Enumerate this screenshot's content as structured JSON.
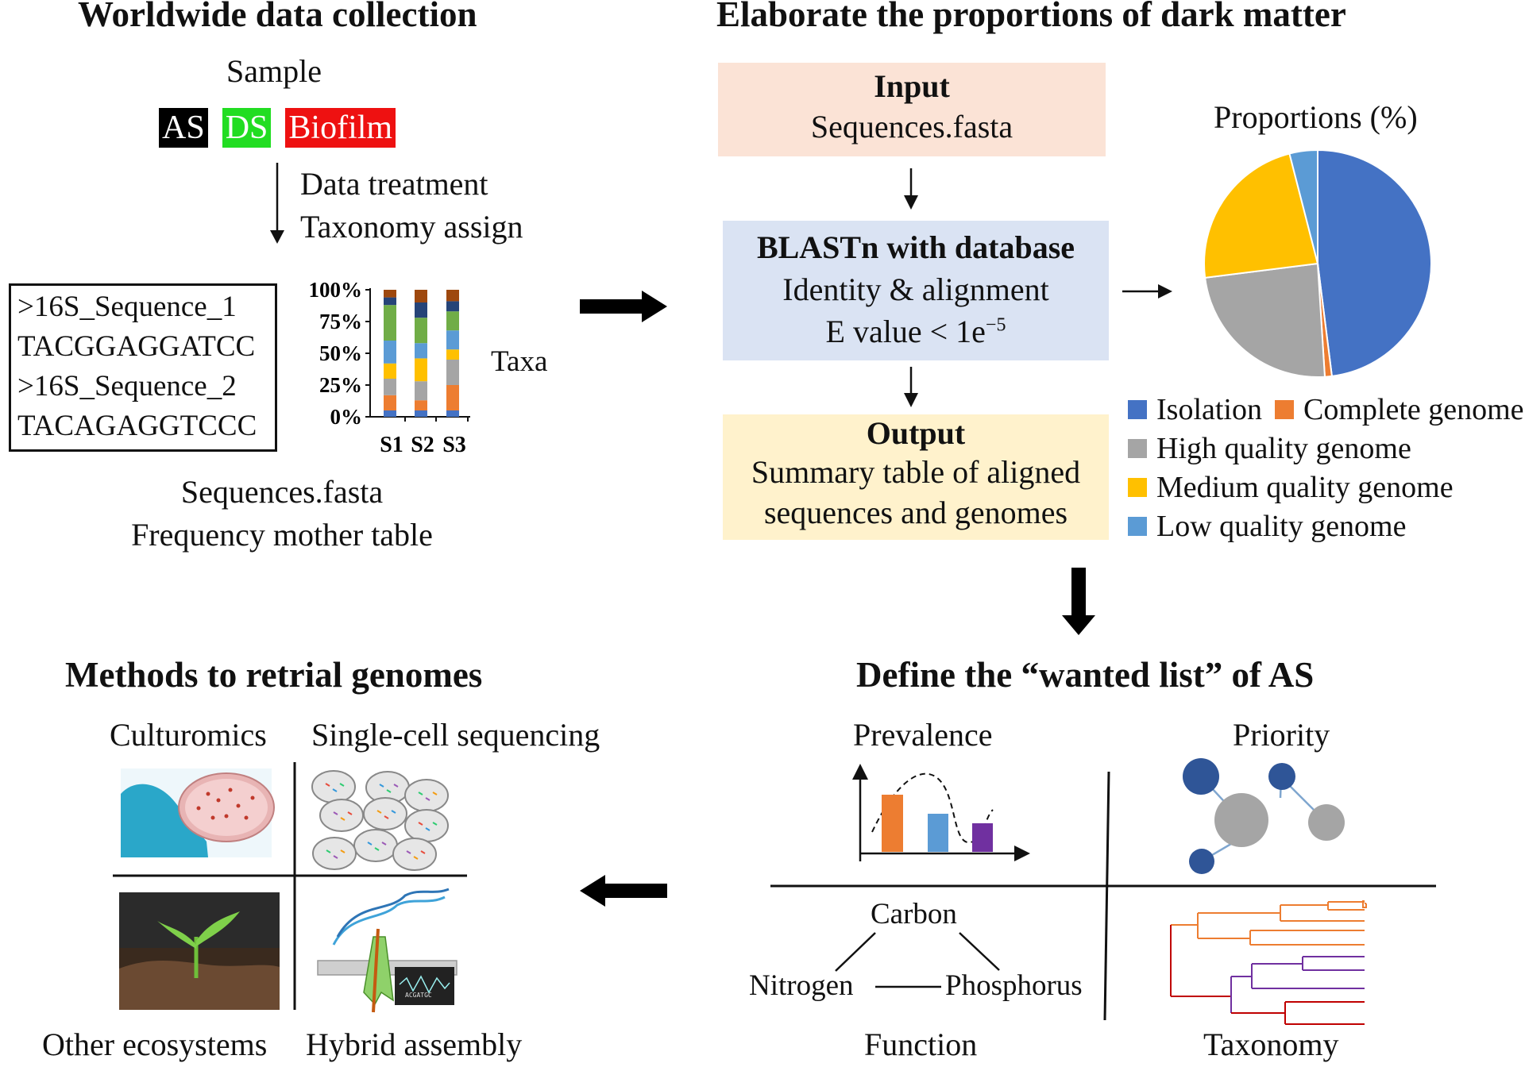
{
  "panels": {
    "top_left_title": "Worldwide data collection",
    "top_right_title": "Elaborate the proportions of dark matter",
    "bottom_left_title": "Methods to retrial genomes",
    "bottom_right_title": "Define the “wanted list” of AS"
  },
  "collection": {
    "sample_label": "Sample",
    "tags": [
      {
        "text": "AS",
        "bg": "#000000",
        "fg": "#ffffff"
      },
      {
        "text": "DS",
        "bg": "#22dd22",
        "fg": "#ffffff"
      },
      {
        "text": "Biofilm",
        "bg": "#ee1111",
        "fg": "#ffffff"
      }
    ],
    "step_line1": "Data treatment",
    "step_line2": "Taxonomy assign",
    "sequences": [
      ">16S_Sequence_1",
      "TACGGAGGATCC",
      ">16S_Sequence_2",
      "TACAGAGGTCCC"
    ],
    "chart_side_label": "Taxa",
    "caption_line1": "Sequences.fasta",
    "caption_line2": "Frequency mother table"
  },
  "pipeline": {
    "input_title": "Input",
    "input_text": "Sequences.fasta",
    "blast_title": "BLASTn with database",
    "blast_line1": "Identity & alignment",
    "blast_line2": "E value < 1e",
    "blast_exponent": "−5",
    "output_title": "Output",
    "output_line1": "Summary table of aligned",
    "output_line2": "sequences and genomes",
    "colors": {
      "input_bg": "#fbe3d6",
      "blast_bg": "#dae3f3",
      "output_bg": "#fff2cc"
    }
  },
  "wanted": {
    "prevalence": "Prevalence",
    "priority": "Priority",
    "function": "Function",
    "taxonomy": "Taxonomy",
    "carbon": "Carbon",
    "nitrogen": "Nitrogen",
    "phosphorus": "Phosphorus"
  },
  "methods": {
    "culturomics": "Culturomics",
    "single_cell": "Single-cell sequencing",
    "other_ecosystems": "Other ecosystems",
    "hybrid_assembly": "Hybrid assembly",
    "sequencer_text": "ACGATGC"
  },
  "chart_data": [
    {
      "type": "bar",
      "stacked": true,
      "categories": [
        "S1",
        "S2",
        "S3"
      ],
      "ytick_labels": [
        "0%",
        "25%",
        "50%",
        "75%",
        "100%"
      ],
      "ylim": [
        0,
        100
      ],
      "side_label": "Taxa",
      "series": [
        {
          "color": "#4472c4",
          "values": [
            5,
            5,
            5
          ]
        },
        {
          "color": "#ed7d31",
          "values": [
            12,
            8,
            20
          ]
        },
        {
          "color": "#a5a5a5",
          "values": [
            13,
            15,
            20
          ]
        },
        {
          "color": "#ffc000",
          "values": [
            12,
            18,
            8
          ]
        },
        {
          "color": "#5b9bd5",
          "values": [
            18,
            12,
            15
          ]
        },
        {
          "color": "#70ad47",
          "values": [
            28,
            20,
            15
          ]
        },
        {
          "color": "#264478",
          "values": [
            6,
            12,
            8
          ]
        },
        {
          "color": "#9e480e",
          "values": [
            6,
            10,
            9
          ]
        }
      ]
    },
    {
      "type": "pie",
      "title": "Proportions (%)",
      "labels": [
        "Isolation",
        "Complete genome",
        "High quality genome",
        "Medium quality genome",
        "Low quality genome"
      ],
      "values": [
        48,
        1,
        24,
        23,
        4
      ],
      "colors": [
        "#4472c4",
        "#ed7d31",
        "#a5a5a5",
        "#ffc000",
        "#5b9bd5"
      ]
    },
    {
      "type": "bar",
      "title": "",
      "categories": [
        "",
        "",
        ""
      ],
      "values": [
        3,
        2,
        1.5
      ],
      "colors": [
        "#ed7d31",
        "#5b9bd5",
        "#7030a0"
      ]
    }
  ]
}
